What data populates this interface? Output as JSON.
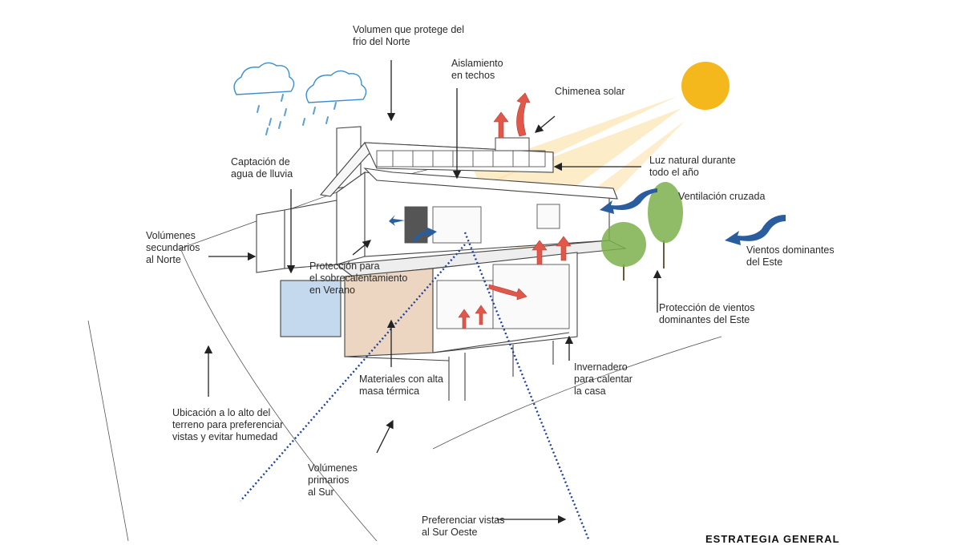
{
  "labels": {
    "volumen_norte": "Volumen que protege del\nfrio del Norte",
    "aislamiento": "Aislamiento\nen techos",
    "chimenea": "Chimenea solar",
    "captacion": "Captación de\nagua de lluvia",
    "luz_natural": "Luz natural durante\ntodo el año",
    "ventilacion": "Ventilación cruzada",
    "vientos_este": "Vientos dominantes\ndel Este",
    "vol_secundarios": "Volúmenes\nsecundarios\nal Norte",
    "proteccion_sobre": "Protección para\nel sobrecalentamiento\nen Verano",
    "proteccion_vientos": "Protección de vientos\ndominantes del Este",
    "invernadero": "Invernadero\npara calentar\nla casa",
    "materiales": "Materiales con alta\nmasa térmica",
    "ubicacion": "Ubicación a lo alto del\nterreno para preferenciar\nvistas y evitar humedad",
    "vol_primarios": "Volúmenes\nprimarios\nal Sur",
    "vistas": "Preferenciar vistas\nal Sur Oeste",
    "footer": "ESTRATEGIA GENERAL"
  },
  "colors": {
    "sun": "#f5b81c",
    "sun_rays": "#fbdc9a",
    "cloud": "#3b8fd0",
    "rain": "#5aa0d8",
    "wind": "#2a5d9e",
    "heat": "#e0584a",
    "view_line": "#1f3f9a",
    "thermal_mass": "#ecd6c2",
    "water_tank": "#c5d9ee",
    "tree": "#7cb04e"
  }
}
